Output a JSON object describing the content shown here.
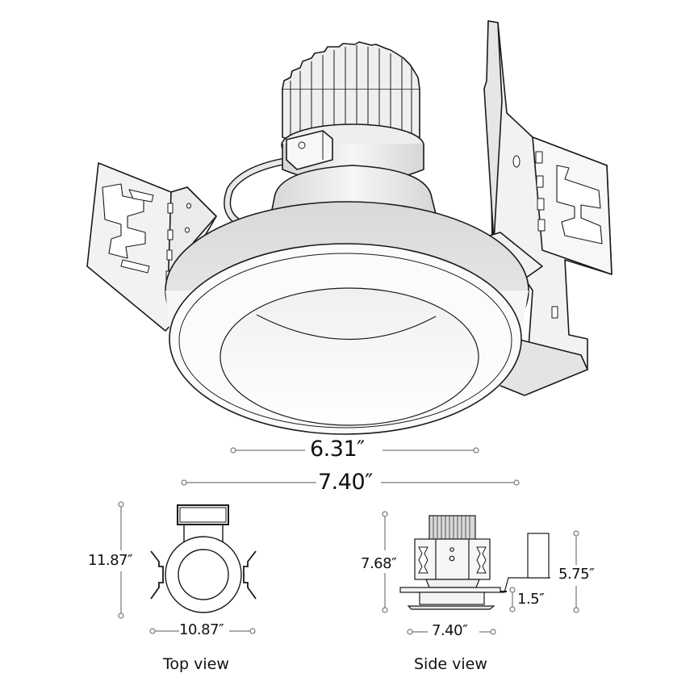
{
  "diagram": {
    "subject": "recessed downlight with mounting brackets",
    "main_view": {
      "dimensions": {
        "aperture_width": "6.31″",
        "trim_width": "7.40″"
      }
    },
    "top_view": {
      "caption": "Top view",
      "dimensions": {
        "length": "11.87″",
        "width": "10.87″"
      }
    },
    "side_view": {
      "caption": "Side view",
      "dimensions": {
        "overall_height": "7.68″",
        "bracket_height": "5.75″",
        "trim_drop": "1.5″",
        "trim_width": "7.40″"
      }
    },
    "colors": {
      "line": "#1a1a1a",
      "dim_line": "#777777",
      "fill_light": "#f4f4f4",
      "fill_mid": "#e2e2e2",
      "fill_shadow": "#d0d0d0"
    }
  }
}
